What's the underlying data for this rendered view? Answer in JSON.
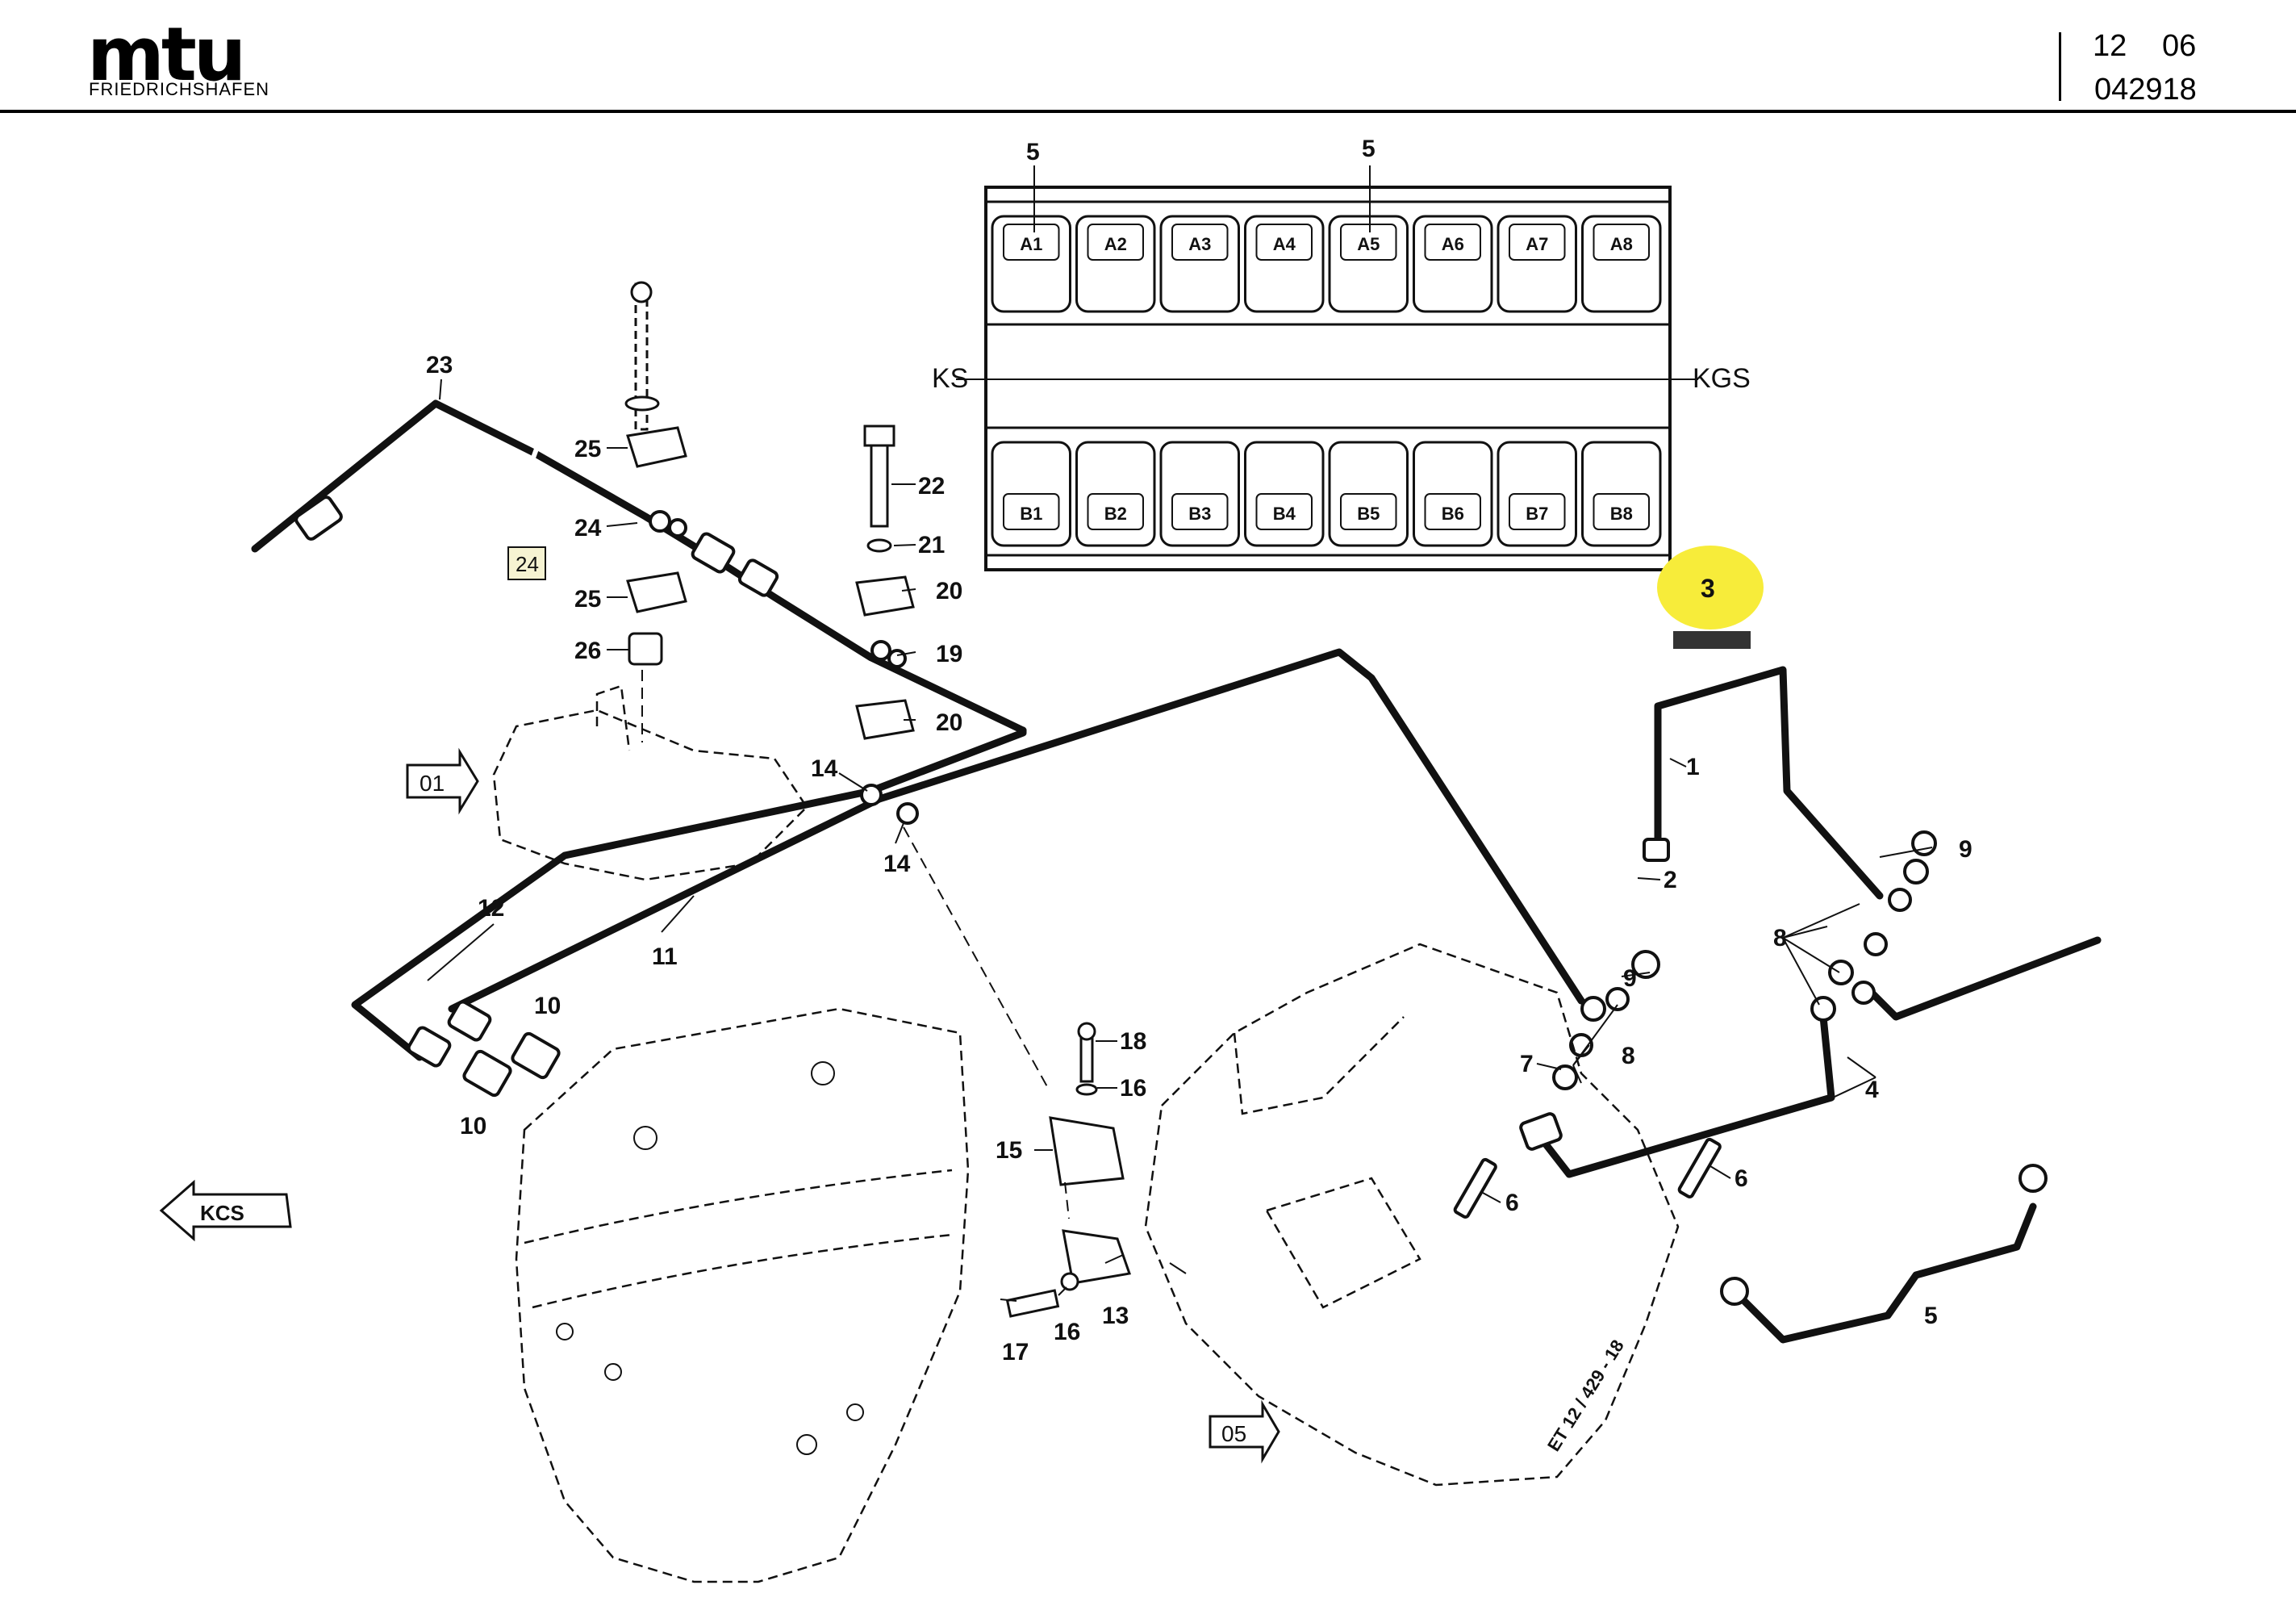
{
  "header": {
    "brand": "mtu",
    "brand_sub": "FRIEDRICHSHAFEN",
    "page_a": "12",
    "page_b": "06",
    "doc_number": "042918"
  },
  "engine_layout": {
    "label_left": "KS",
    "label_right": "KGS",
    "bank_a": [
      "A1",
      "A2",
      "A3",
      "A4",
      "A5",
      "A6",
      "A7",
      "A8"
    ],
    "bank_b": [
      "B1",
      "B2",
      "B3",
      "B4",
      "B5",
      "B6",
      "B7",
      "B8"
    ]
  },
  "callouts": {
    "c1": "1",
    "c2": "2",
    "c3": "3",
    "c4": "4",
    "c5": "5",
    "c6": "6",
    "c7": "7",
    "c8": "8",
    "c9": "9",
    "c10": "10",
    "c11": "11",
    "c12": "12",
    "c13": "13",
    "c14": "14",
    "c15": "15",
    "c16": "16",
    "c17": "17",
    "c18": "18",
    "c19": "19",
    "c20": "20",
    "c21": "21",
    "c22": "22",
    "c23": "23",
    "c24": "24",
    "c25": "25",
    "c26": "26",
    "boxed_24": "24"
  },
  "view_refs": {
    "ref_01": "01",
    "ref_05": "05",
    "dir_kgs": "KCS"
  },
  "drawing_id": "ET 12 / 429 - 18",
  "colors": {
    "ink": "#111111",
    "highlight": "#f7ec3a",
    "box_fill": "#f6f3d2"
  }
}
